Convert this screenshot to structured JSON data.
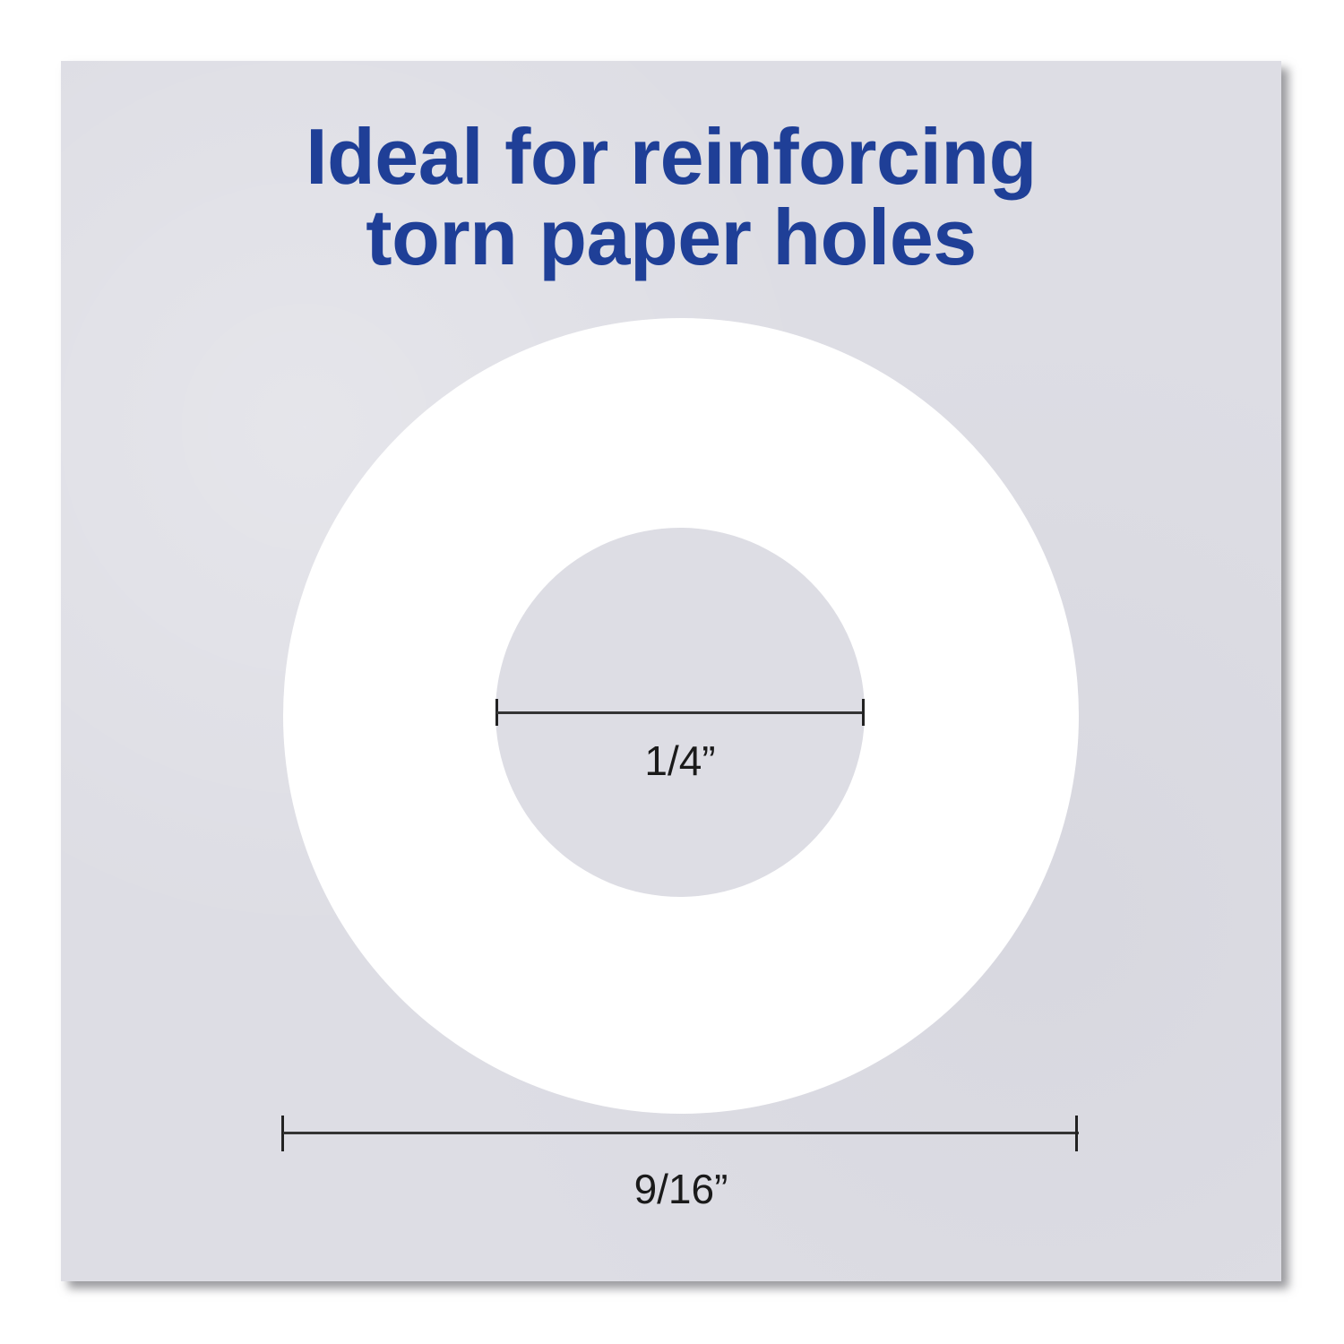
{
  "headline": {
    "line1": "Ideal for reinforcing",
    "line2": "torn paper holes",
    "color": "#1f3f97"
  },
  "diagram": {
    "inner_diameter_label": "1/4”",
    "outer_diameter_label": "9/16”",
    "ring_color": "#ffffff",
    "background_color": "#dddde4"
  }
}
